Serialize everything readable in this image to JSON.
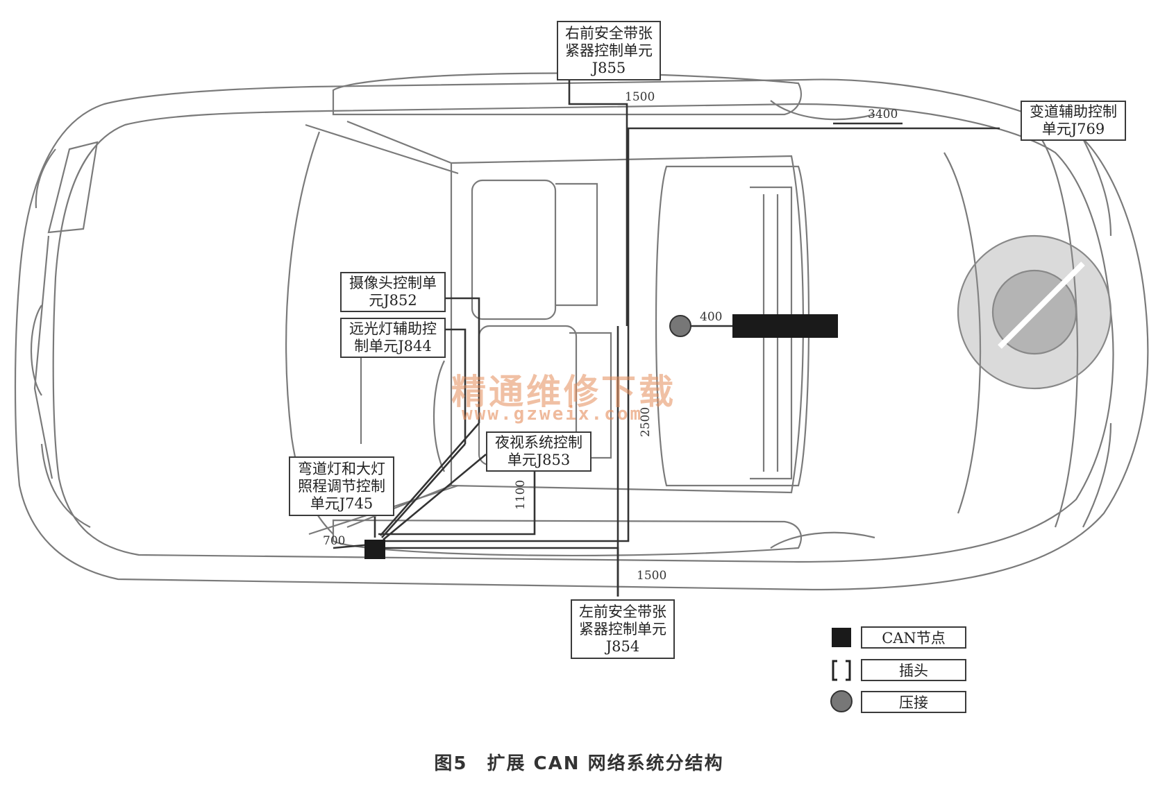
{
  "labels": {
    "j855": [
      "右前安全带张",
      "紧器控制单元",
      "J855"
    ],
    "j769": [
      "变道辅助控制",
      "单元J769"
    ],
    "j852": [
      "摄像头控制单",
      "元J852"
    ],
    "j844": [
      "远光灯辅助控",
      "制单元J844"
    ],
    "j853": [
      "夜视系统控制",
      "单元J853"
    ],
    "j745": [
      "弯道灯和大灯",
      "照程调节控制",
      "单元J745"
    ],
    "j854": [
      "左前安全带张",
      "紧器控制单元",
      "J854"
    ]
  },
  "distances": {
    "d_1500_top": "1500",
    "d_3400": "3400",
    "d_400": "400",
    "d_2500": "2500",
    "d_1100": "1100",
    "d_700": "700",
    "d_1500_bottom": "1500"
  },
  "legend": {
    "can_node": "CAN节点",
    "plug": "插头",
    "crimp": "压接"
  },
  "watermark": {
    "title": "精通维修下载",
    "url": "www.gzweix.com"
  },
  "caption": "图5　扩展 CAN 网络系统分结构",
  "colors": {
    "line": "#3a3a3a",
    "car_outline": "#777777",
    "node": "#1a1a1a",
    "crimp": "#777777",
    "watermark": "#e48c5a"
  }
}
